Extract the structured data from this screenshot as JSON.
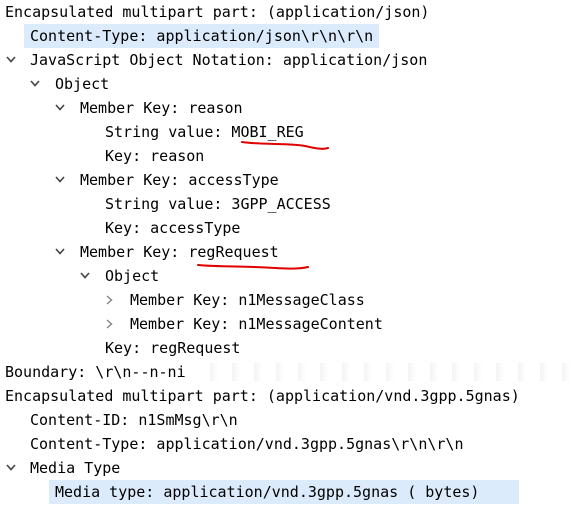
{
  "tree": [
    {
      "text": "Encapsulated multipart part:  (application/json)",
      "indent": 0,
      "toggle": "none",
      "selected": false
    },
    {
      "text": "Content-Type: application/json\\r\\n\\r\\n",
      "indent": 1,
      "toggle": "none",
      "selected": true
    },
    {
      "text": "JavaScript Object Notation: application/json",
      "indent": 1,
      "toggle": "expanded",
      "selected": false
    },
    {
      "text": "Object",
      "indent": 2,
      "toggle": "expanded",
      "selected": false
    },
    {
      "text": "Member Key: reason",
      "indent": 3,
      "toggle": "expanded",
      "selected": false
    },
    {
      "text": "String value: MOBI_REG",
      "indent": 4,
      "toggle": "none",
      "selected": false
    },
    {
      "text": "Key: reason",
      "indent": 4,
      "toggle": "none",
      "selected": false
    },
    {
      "text": "Member Key: accessType",
      "indent": 3,
      "toggle": "expanded",
      "selected": false
    },
    {
      "text": "String value: 3GPP_ACCESS",
      "indent": 4,
      "toggle": "none",
      "selected": false
    },
    {
      "text": "Key: accessType",
      "indent": 4,
      "toggle": "none",
      "selected": false
    },
    {
      "text": "Member Key: regRequest",
      "indent": 3,
      "toggle": "expanded",
      "selected": false
    },
    {
      "text": "Object",
      "indent": 4,
      "toggle": "expanded",
      "selected": false
    },
    {
      "text": "Member Key: n1MessageClass",
      "indent": 5,
      "toggle": "collapsed",
      "selected": false
    },
    {
      "text": "Member Key: n1MessageContent",
      "indent": 5,
      "toggle": "collapsed",
      "selected": false
    },
    {
      "text": "Key: regRequest",
      "indent": 4,
      "toggle": "none",
      "selected": false
    },
    {
      "text": "Boundary: \\r\\n--n-ni",
      "indent": 0,
      "toggle": "none",
      "selected": false
    },
    {
      "text": "Encapsulated multipart part:  (application/vnd.3gpp.5gnas)",
      "indent": 0,
      "toggle": "none",
      "selected": false
    },
    {
      "text": "Content-ID: n1SmMsg\\r\\n",
      "indent": 1,
      "toggle": "none",
      "selected": false
    },
    {
      "text": "Content-Type: application/vnd.3gpp.5gnas\\r\\n\\r\\n",
      "indent": 1,
      "toggle": "none",
      "selected": false
    },
    {
      "text": "Media Type",
      "indent": 1,
      "toggle": "expanded",
      "selected": false
    },
    {
      "text": "Media type: application/vnd.3gpp.5gnas (    bytes)",
      "indent": 2,
      "toggle": "none",
      "selected": true
    }
  ],
  "colors": {
    "selection": "#dcebfb",
    "annotation": "#e00000"
  }
}
